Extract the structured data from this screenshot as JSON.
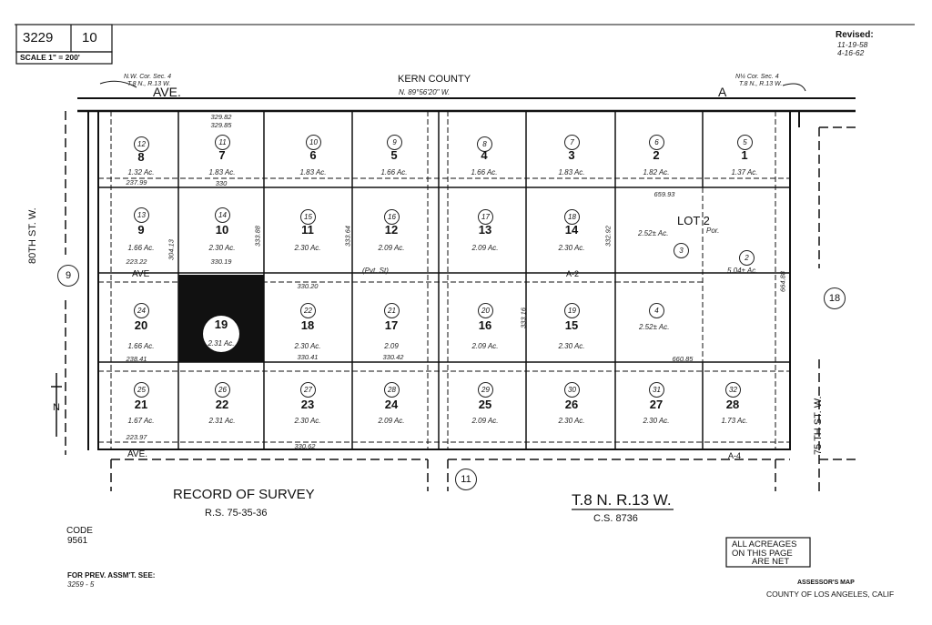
{
  "header": {
    "map_book": "3229",
    "map_page": "10",
    "scale": "SCALE 1\" = 200'",
    "revised_label": "Revised:",
    "revised_date_1": "11-19-58",
    "revised_date_2": "4-16-62"
  },
  "top": {
    "county": "KERN COUNTY",
    "bearing": "N. 89°56'20\" W.",
    "ave_left": "AVE.",
    "ave_right": "A",
    "nw_corner_1": "N.W. Cor. Sec. 4",
    "nw_corner_2": "T.8 N., R.13 W.",
    "n_corner_1": "N¼ Cor. Sec. 4",
    "n_corner_2": "T.8 N., R.13 W."
  },
  "streets": {
    "left": "80TH ST. W.",
    "right": "75 TH ST. W.",
    "mid_ave": "AVE",
    "mid_ave_right": "A-2",
    "bottom_ave": "AVE.",
    "bottom_ave_right": "A-4",
    "pvt_st": "(Pvt. St)"
  },
  "lots": [
    {
      "n": "8",
      "a": "1.32 Ac."
    },
    {
      "n": "7",
      "a": "1.83 Ac."
    },
    {
      "n": "6",
      "a": "1.83 Ac."
    },
    {
      "n": "5",
      "a": "1.66 Ac."
    },
    {
      "n": "4",
      "a": "1.66 Ac."
    },
    {
      "n": "3",
      "a": "1.83 Ac."
    },
    {
      "n": "2",
      "a": "1.82 Ac."
    },
    {
      "n": "1",
      "a": "1.37 Ac."
    },
    {
      "n": "9",
      "a": "1.66 Ac."
    },
    {
      "n": "10",
      "a": "2.30 Ac."
    },
    {
      "n": "11",
      "a": "2.30 Ac."
    },
    {
      "n": "12",
      "a": "2.09 Ac."
    },
    {
      "n": "13",
      "a": "2.09 Ac."
    },
    {
      "n": "14",
      "a": "2.30 Ac."
    },
    {
      "n": "20",
      "a": "1.66 Ac."
    },
    {
      "n": "19",
      "a": "2.31 Ac."
    },
    {
      "n": "18",
      "a": "2.30 Ac."
    },
    {
      "n": "17",
      "a": "2.09"
    },
    {
      "n": "16",
      "a": "2.09 Ac."
    },
    {
      "n": "15",
      "a": "2.30 Ac."
    },
    {
      "n": "21",
      "a": "1.67 Ac."
    },
    {
      "n": "22",
      "a": "2.31 Ac."
    },
    {
      "n": "23",
      "a": "2.30 Ac."
    },
    {
      "n": "24",
      "a": "2.09 Ac."
    },
    {
      "n": "25",
      "a": "2.09 Ac."
    },
    {
      "n": "26",
      "a": "2.30 Ac."
    },
    {
      "n": "27",
      "a": "2.30 Ac."
    },
    {
      "n": "28",
      "a": "1.73 Ac."
    }
  ],
  "parcels": [
    "12",
    "11",
    "10",
    "9",
    "8",
    "7",
    "6",
    "5",
    "13",
    "14",
    "15",
    "16",
    "17",
    "18",
    "24",
    "22",
    "21",
    "20",
    "19",
    "25",
    "26",
    "27",
    "28",
    "29",
    "30",
    "31",
    "32",
    "3",
    "2",
    "4"
  ],
  "lot2": {
    "label": "LOT 2",
    "por": "Por.",
    "a3": "2.52± Ac.",
    "a2": "5.04± Ac.",
    "a4": "2.52± Ac."
  },
  "dims": {
    "r1": "329.82",
    "r1b": "329.85",
    "r2": "330",
    "r3": "330.19",
    "r4": "330.20",
    "r5": "330.41",
    "r6": "330.42",
    "r7": "330.62",
    "r8": "659.93",
    "r9": "660.85",
    "r10": "237.99",
    "r11": "223.22",
    "r12": "238.41",
    "r13": "223.97",
    "v1": "304.13",
    "v2": "333.88",
    "v3": "333.64",
    "v4": "332.92",
    "v5": "664.88",
    "v6": "333.16"
  },
  "adjacent": {
    "left": "9",
    "right": "18",
    "bottom": "11"
  },
  "survey": {
    "title": "RECORD OF SURVEY",
    "rs": "R.S. 75-35-36",
    "twp": "T.8 N. R.13 W.",
    "cs": "C.S. 8736"
  },
  "code": {
    "label": "CODE",
    "value": "9561"
  },
  "prev": {
    "label": "FOR PREV. ASSM'T. SEE:",
    "value": "3259 - 5"
  },
  "note": {
    "l1": "ALL ACREAGES",
    "l2": "ON THIS PAGE",
    "l3": "ARE NET"
  },
  "footer": {
    "l1": "ASSESSOR'S MAP",
    "l2": "COUNTY OF LOS ANGELES, CALIF"
  }
}
